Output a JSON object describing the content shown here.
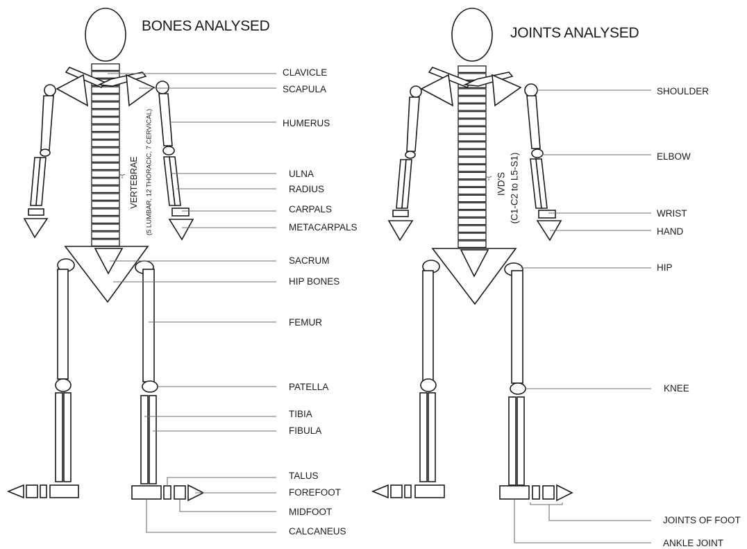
{
  "panels": [
    {
      "title": "BONES ANALYSED",
      "spine_label": "VERTEBRAE",
      "spine_sublabel": "(5 LUMBAR, 12 THORACIC, 7 CERVICAL)",
      "labels": [
        "CLAVICLE",
        "SCAPULA",
        "HUMERUS",
        "ULNA",
        "RADIUS",
        "CARPALS",
        "METACARPALS",
        "SACRUM",
        "HIP BONES",
        "FEMUR",
        "PATELLA",
        "TIBIA",
        "FIBULA",
        "TALUS",
        "FOREFOOT",
        "MIDFOOT",
        "CALCANEUS"
      ]
    },
    {
      "title": "JOINTS ANALYSED",
      "spine_label": "IVD'S",
      "spine_sublabel": "(C1-C2 to L5-S1)",
      "labels": [
        "SHOULDER",
        "ELBOW",
        "WRIST",
        "HAND",
        "HIP",
        "KNEE",
        "JOINTS OF FOOT",
        "ANKLE JOINT"
      ]
    }
  ],
  "colors": {
    "outline": "#1a1a1a",
    "leader": "#6e6e6e",
    "background": "#ffffff"
  }
}
